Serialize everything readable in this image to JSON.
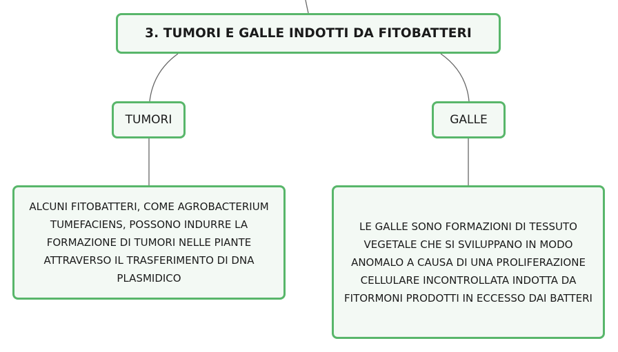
{
  "colors": {
    "node_border": "#58b66a",
    "node_fill": "#f3f9f4",
    "connector": "#666666"
  },
  "diagram": {
    "title": "3. TUMORI E GALLE INDOTTI DA FITOBATTERI",
    "branches": [
      {
        "label": "TUMORI",
        "description": "ALCUNI FITOBATTERI, COME AGROBACTERIUM TUMEFACIENS, POSSONO INDURRE LA FORMAZIONE DI TUMORI NELLE PIANTE ATTRAVERSO IL TRASFERIMENTO DI DNA PLASMIDICO"
      },
      {
        "label": "GALLE",
        "description": "LE GALLE SONO FORMAZIONI DI TESSUTO VEGETALE CHE SI SVILUPPANO IN MODO ANOMALO A CAUSA DI UNA PROLIFERAZIONE CELLULARE INCONTROLLATA INDOTTA DA FITORMONI PRODOTTI IN ECCESSO DAI BATTERI"
      }
    ]
  }
}
